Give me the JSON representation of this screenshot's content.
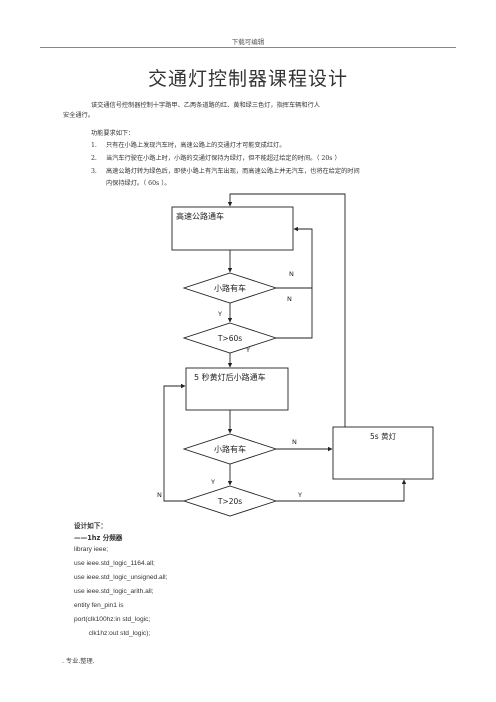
{
  "header": {
    "text": "下载可编辑"
  },
  "title": "交通灯控制器课程设计",
  "intro": {
    "line1": "该交通信号控制器控制十字路甲、乙两条道路的红、黄和绿三色灯，指挥车辆和行人",
    "line2": "安全通行。"
  },
  "requirements": {
    "heading": "功能要求如下：",
    "items": [
      {
        "num": "1.",
        "lines": [
          "只有在小路上发现汽车时，高速公路上的交通灯才可能变成红灯。"
        ]
      },
      {
        "num": "2.",
        "lines": [
          "当汽车行驶在小路上时，小路的交通灯保持为绿灯，但不能超过给定的时间。（ 20s ）"
        ]
      },
      {
        "num": "3.",
        "lines": [
          "高速公路灯转为绿色后，即使小路上有汽车出现，而高速公路上并无汽车，也将在给定的时间",
          "内保持绿灯。（ 60s ）。"
        ]
      }
    ]
  },
  "flowchart": {
    "box1": "高速公路通车",
    "diamond1": "小路有车",
    "diamond2": "T>60s",
    "box2": "5 秒黄灯后小路通车",
    "diamond3": "小路有车",
    "diamond4": "T>20s",
    "box3": "5s 黄灯",
    "labels": {
      "n1": "N",
      "n2": "N",
      "y1": "Y",
      "y2": "Y",
      "n3": "N",
      "y3": "Y",
      "n4": "N",
      "y4": "Y"
    }
  },
  "code": {
    "heading": "设计如下：",
    "subheading": "——1hz 分频器",
    "lines": [
      "library ieee;",
      "use ieee.std_logic_1164.all;",
      "use ieee.std_logic_unsigned.all;",
      "use ieee.std_logic_arith.all;",
      "entity fen_pin1  is",
      "port(clk100hz:in std_logic;",
      "        clk1hz:out std_logic);"
    ]
  },
  "footer": {
    "text": ". 专业.整理."
  }
}
